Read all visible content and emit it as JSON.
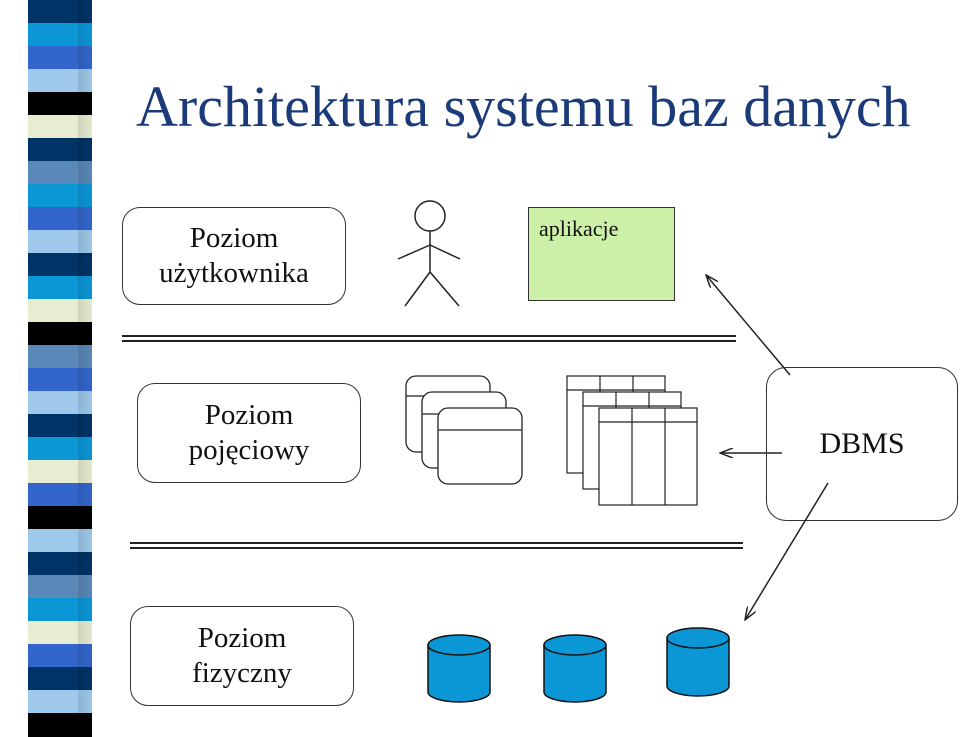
{
  "title": "Architektura systemu baz danych",
  "levels": {
    "user": {
      "line1": "Poziom",
      "line2": "użytkownika"
    },
    "conceptual": {
      "line1": "Poziom",
      "line2": "pojęciowy"
    },
    "physical": {
      "line1": "Poziom",
      "line2": "fizyczny"
    }
  },
  "applications": {
    "label": "aplikacje",
    "fill": "#ccf0a8"
  },
  "dbms": {
    "label": "DBMS"
  },
  "icons": [
    "stick-figure-icon",
    "schema-window-icon",
    "table-grid-icon",
    "database-cylinder-icon"
  ],
  "colors": {
    "title": "#1b3a7a",
    "cylinder_fill": "#0b96d6",
    "stripe_palette": [
      "#003366",
      "#3366cc",
      "#0b96d6",
      "#9ec9ea",
      "#e8ecd0",
      "#000000",
      "#5a88b8"
    ]
  }
}
